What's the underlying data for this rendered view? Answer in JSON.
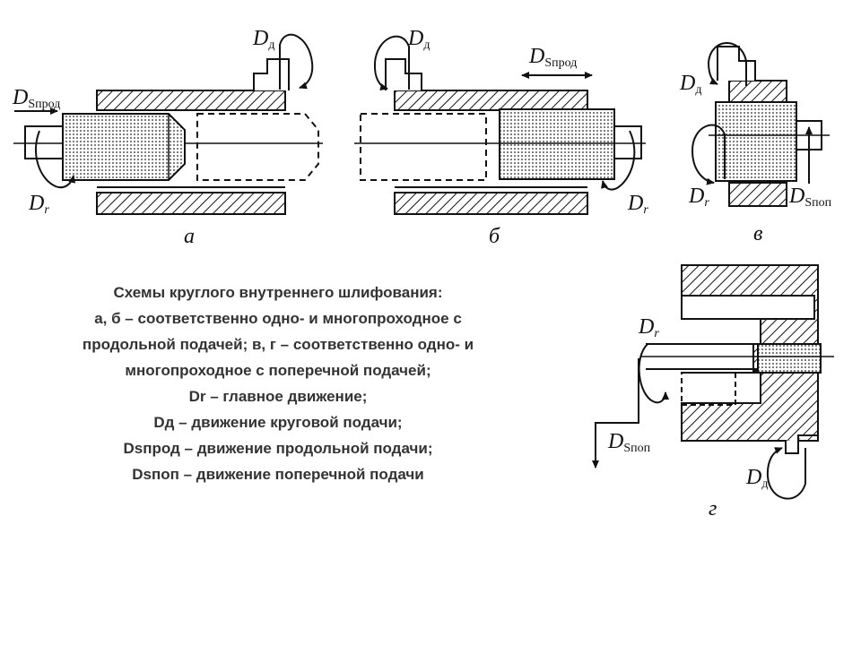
{
  "labels": {
    "dr": "D",
    "dr_sub": "r",
    "dd": "D",
    "dd_sub": "д",
    "dsprod": "D",
    "dsprod_sub": "Sпрод",
    "dspop": "D",
    "dspop_sub": "Sпоп"
  },
  "panels": {
    "a": "а",
    "b": "б",
    "v": "в",
    "g": "г"
  },
  "caption": [
    "Схемы круглого внутреннего шлифования:",
    "а, б – соответственно одно- и многопроходное с",
    "продольной подачей; в, г – соответственно одно- и",
    "многопроходное с поперечной подачей;",
    "Dr – главное движение;",
    "Dд – движение круговой подачи;",
    "Dsпрод – движение продольной подачи;",
    "Dsпоп – движение поперечной подачи"
  ]
}
